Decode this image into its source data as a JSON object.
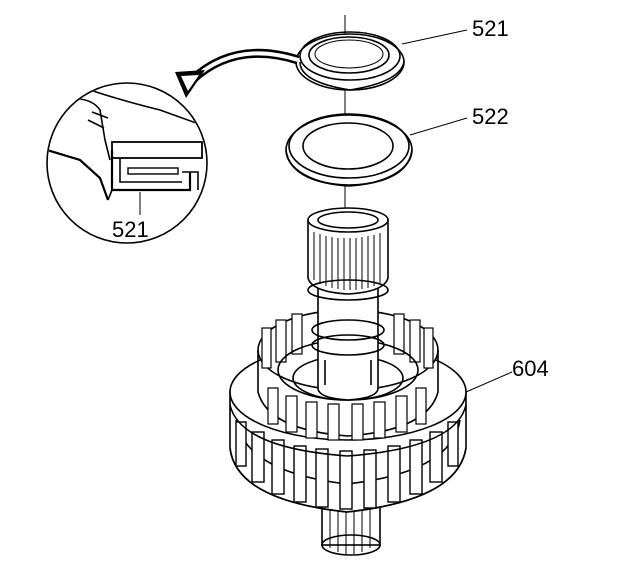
{
  "callouts": {
    "seal_top": "521",
    "washer": "522",
    "gear_assembly": "604",
    "detail_seal": "521"
  }
}
